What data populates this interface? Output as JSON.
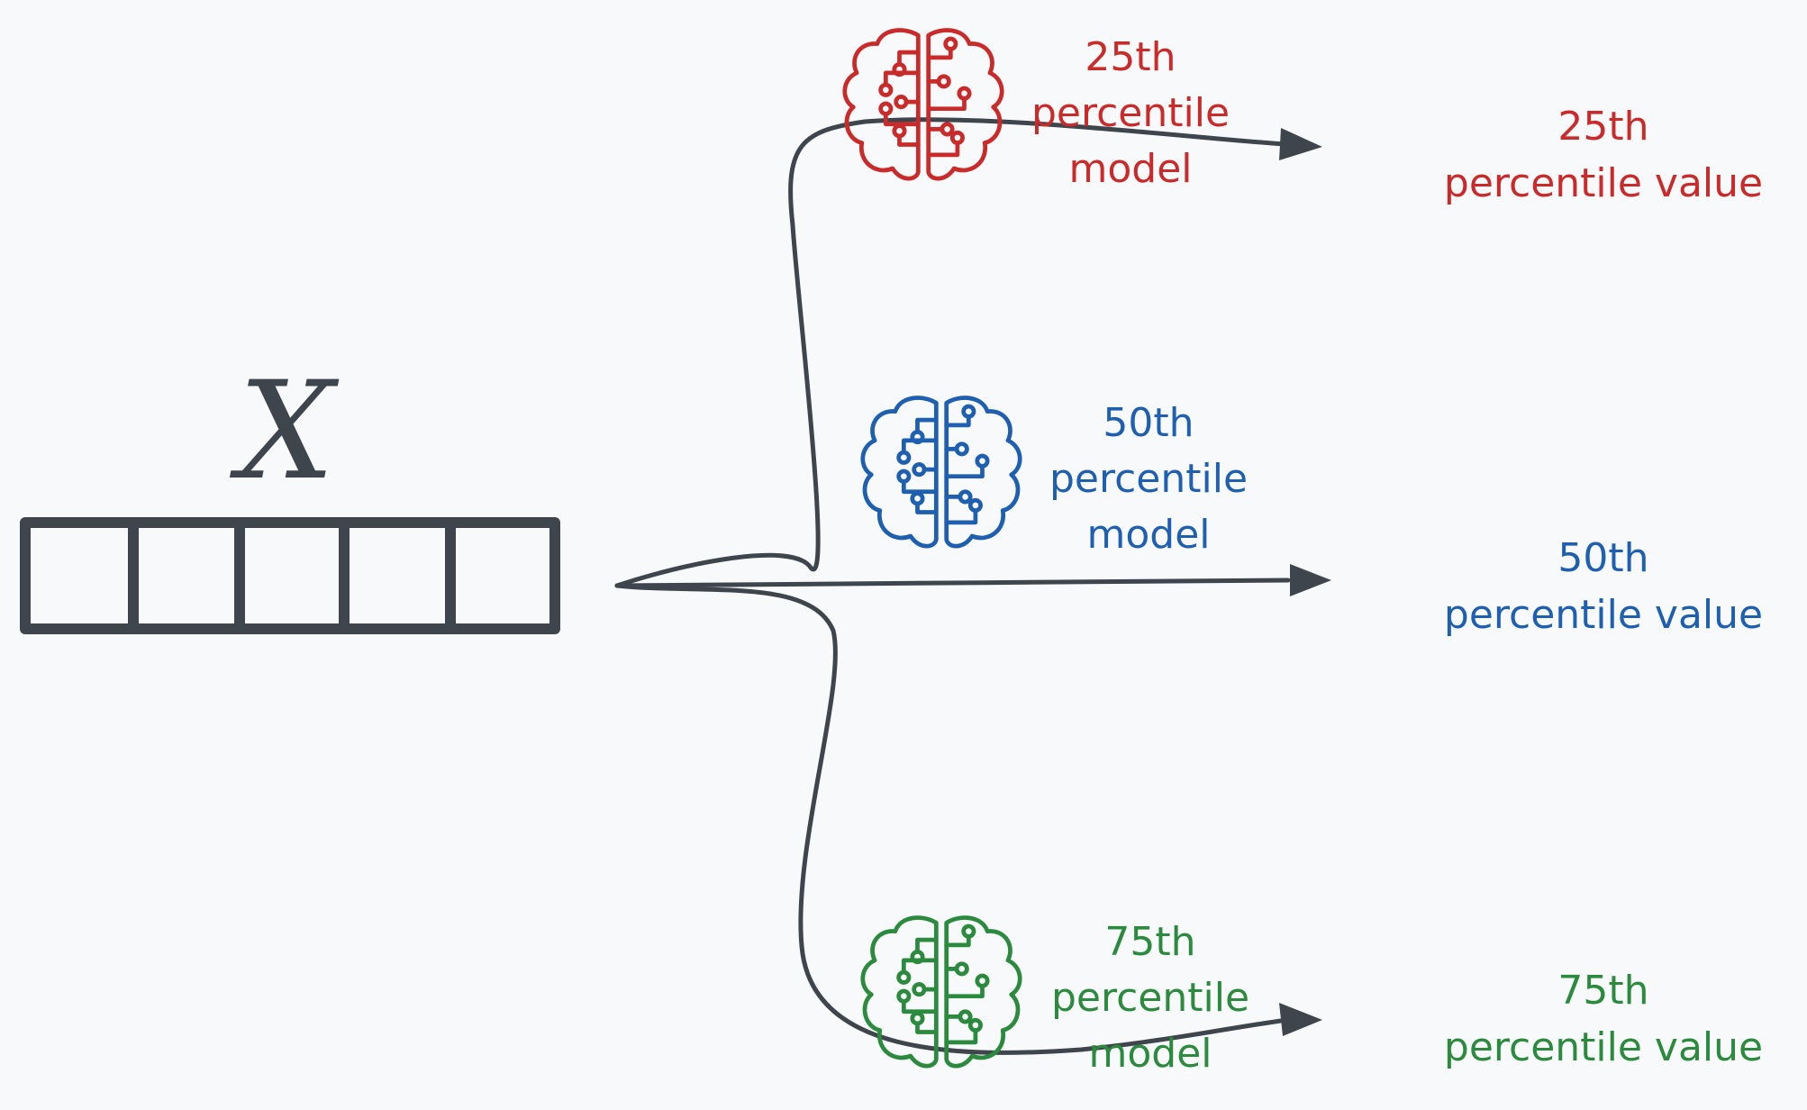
{
  "input": {
    "label": "X",
    "cells": 5
  },
  "colors": {
    "ink": "#3f454d",
    "red": "#c92a2a",
    "blue": "#1f5fb0",
    "green": "#2b8a3e",
    "background": "#f8f9fa"
  },
  "branches": [
    {
      "id": "p25",
      "color": "#c92a2a",
      "model_lines": [
        "25th",
        "percentile",
        "model"
      ],
      "value_lines": [
        "25th",
        "percentile value"
      ],
      "icon": "brain-circuit-icon"
    },
    {
      "id": "p50",
      "color": "#1f5fb0",
      "model_lines": [
        "50th",
        "percentile",
        "model"
      ],
      "value_lines": [
        "50th",
        "percentile value"
      ],
      "icon": "brain-circuit-icon"
    },
    {
      "id": "p75",
      "color": "#2b8a3e",
      "model_lines": [
        "75th",
        "percentile",
        "model"
      ],
      "value_lines": [
        "75th",
        "percentile value"
      ],
      "icon": "brain-circuit-icon"
    }
  ]
}
